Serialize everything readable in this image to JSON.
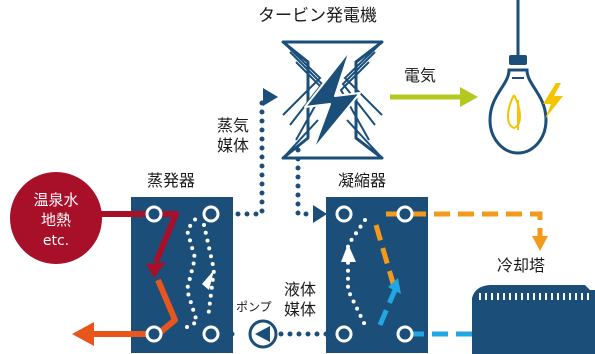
{
  "labels": {
    "turbine": "タービン発電機",
    "electricity": "電気",
    "steam_medium_1": "蒸気",
    "steam_medium_2": "媒体",
    "evaporator": "蒸発器",
    "condenser": "凝縮器",
    "cooling_tower": "冷却塔",
    "liquid_medium_1": "液体",
    "liquid_medium_2": "媒体",
    "pump": "ポンプ",
    "heat_source_1": "温泉水",
    "heat_source_2": "地熱",
    "heat_source_3": "etc."
  },
  "colors": {
    "navy": "#1b4f7a",
    "hot_red": "#a8102a",
    "hot_orange": "#e8561e",
    "cooling_orange": "#f39a1c",
    "cooling_blue": "#22a7e3",
    "electric_green": "#b5c820",
    "spark_yellow": "#f5c400"
  },
  "icons": [
    "lightbulb-icon",
    "lightning-spark-icon",
    "lightning-bolt-icon",
    "pump-icon"
  ]
}
